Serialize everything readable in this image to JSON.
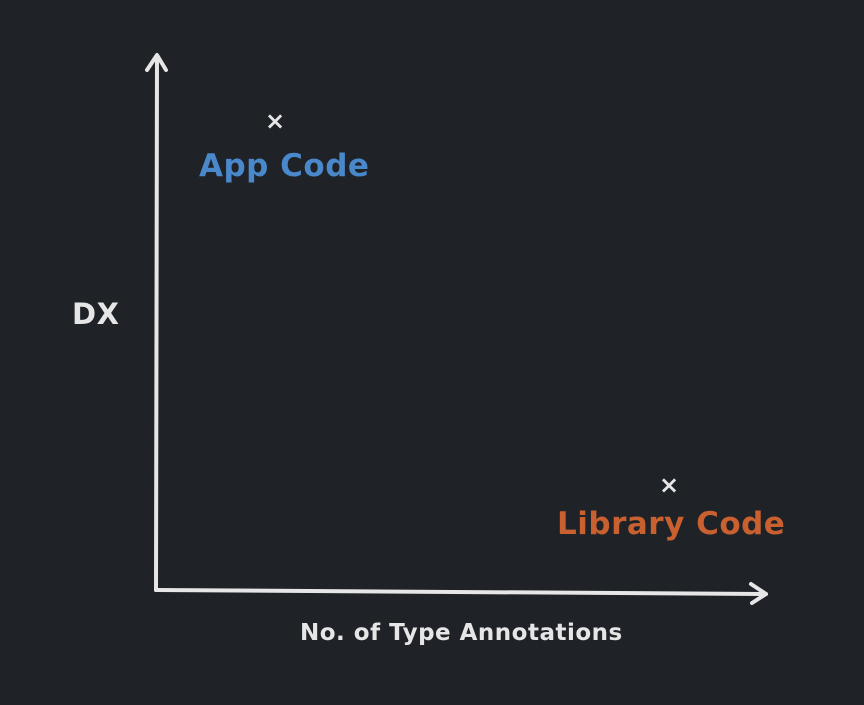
{
  "diagram": {
    "background": "#1f2227",
    "axis_color": "#e6e6e6",
    "y_axis_label": "DX",
    "x_axis_label": "No. of Type Annotations",
    "points": [
      {
        "label": "App Code",
        "marker": "×",
        "color": "#4a88cc",
        "position": "high DX, few annotations"
      },
      {
        "label": "Library Code",
        "marker": "×",
        "color": "#c9602f",
        "position": "low DX, many annotations"
      }
    ]
  },
  "chart_data": {
    "type": "scatter",
    "title": "",
    "xlabel": "No. of Type Annotations",
    "ylabel": "DX",
    "series": [
      {
        "name": "App Code",
        "x": [
          0.2
        ],
        "y": [
          0.9
        ],
        "color": "#4a88cc"
      },
      {
        "name": "Library Code",
        "x": [
          0.85
        ],
        "y": [
          0.2
        ],
        "color": "#c9602f"
      }
    ],
    "grid": false,
    "ticks": "none"
  }
}
